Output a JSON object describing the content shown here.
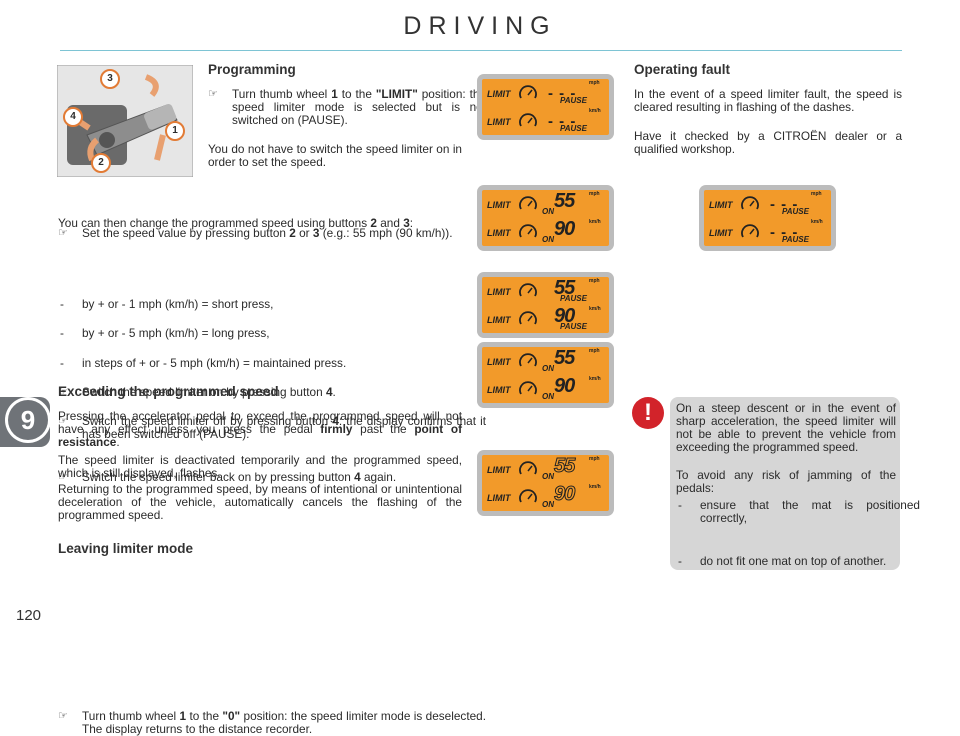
{
  "header": {
    "title": "DRIVING"
  },
  "chapter_tab": "9",
  "page_number": "120",
  "programming": {
    "heading": "Programming",
    "step1_pre": "Turn thumb wheel ",
    "step1_b1": "1",
    "step1_mid": " to the ",
    "step1_b2": "\"LIMIT\"",
    "step1_post": " position: the speed limiter mode is selected but is not switched on (PAUSE).",
    "para1": "You do not have to switch the speed limiter on in order to set the speed.",
    "step2_pre": "Set the speed value by pressing button ",
    "step2_b1": "2",
    "step2_mid": " or ",
    "step2_b2": "3",
    "step2_post": " (e.g.: 55 mph (90 km/h)).",
    "para2_pre": "You can then change the programmed speed using buttons ",
    "para2_b1": "2",
    "para2_mid": " and ",
    "para2_b2": "3",
    "para2_post": ":",
    "dash1": "by + or - 1 mph (km/h) = short press,",
    "dash2": "by + or - 5 mph (km/h) = long press,",
    "dash3": "in steps of + or - 5 mph (km/h) = maintained press.",
    "step3_pre": "Switch the speed limiter on by pressing button ",
    "step3_b": "4",
    "step3_post": ".",
    "step4_pre": "Switch the speed limiter off by pressing button ",
    "step4_b": "4",
    "step4_post": ": the display confirms that it has been switched off (PAUSE).",
    "step5_pre": "Switch the speed limiter back on by pressing button ",
    "step5_b": "4",
    "step5_post": " again."
  },
  "exceeding": {
    "heading": "Exceeding the programmed speed",
    "para1_pre": "Pressing the accelerator pedal to exceed the programmed speed will not have any effect unless you press the pedal ",
    "para1_b1": "firmly",
    "para1_mid": " past the ",
    "para1_b2": "point of resistance",
    "para1_post": ".",
    "para2": "The speed limiter is deactivated temporarily and the programmed speed, which is still displayed, flashes.",
    "para3": "Returning to the programmed speed, by means of intentional or unintentional deceleration of the vehicle, automatically cancels the flashing of the programmed speed."
  },
  "leaving": {
    "heading": "Leaving limiter mode",
    "step_pre": "Turn thumb wheel ",
    "step_b1": "1",
    "step_mid": " to the ",
    "step_b2": "\"0\"",
    "step_post": " position: the speed limiter mode is deselected. The display returns to the distance recorder."
  },
  "fault": {
    "heading": "Operating fault",
    "para1": "In the event of a speed limiter fault, the speed is cleared resulting in flashing of the dashes.",
    "para2": "Have it checked by a CITROËN dealer or a qualified workshop."
  },
  "warning": {
    "para1": "On a steep descent or in the event of sharp acceleration, the speed limiter will not be able to prevent the vehicle from exceeding the programmed speed.",
    "para2": "To avoid any risk of jamming of the pedals:",
    "item1": "ensure that the mat is positioned correctly,",
    "item2": "do not fit one mat on top of another."
  },
  "stalk_labels": [
    "3",
    "4",
    "1",
    "2"
  ],
  "display_text": {
    "limit": "LIMIT",
    "pause": "PAUSE",
    "on": "ON",
    "mph": "mph",
    "kmh": "km/h",
    "dashes": "- - -",
    "speed_mph": "55",
    "speed_kmh": "90"
  },
  "colors": {
    "lcd": "#f29a2a",
    "warning_icon": "#d2232a",
    "rule": "#7ec4d4"
  }
}
